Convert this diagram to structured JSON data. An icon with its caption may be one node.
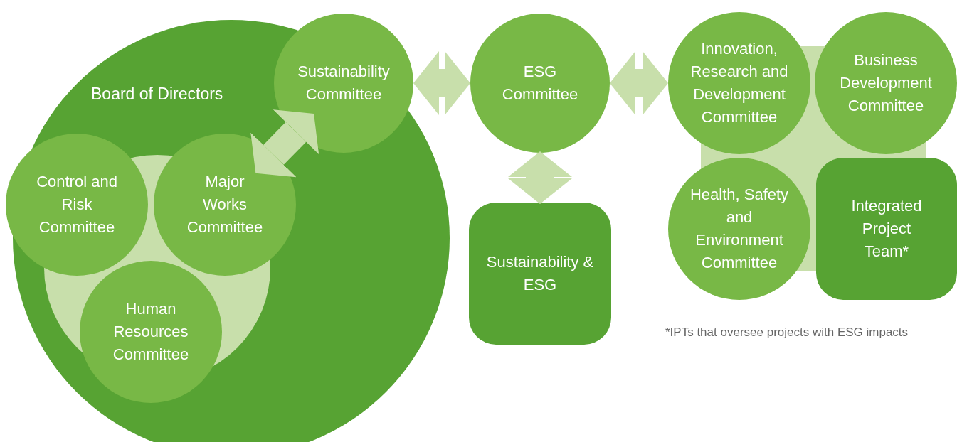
{
  "diagram": {
    "nodes": [
      {
        "text": [
          "Board of Directors"
        ]
      },
      {
        "text": [
          "Sustainability Committee"
        ],
        "in": 0
      },
      {
        "text": [
          "ESG Committee"
        ]
      },
      {
        "text": [
          "Innovation, Research and Development Committee"
        ]
      },
      {
        "text": [
          "Business Development Committee"
        ]
      },
      {
        "text": [
          "Control and Risk Committee"
        ],
        "in": 0
      },
      {
        "text": [
          "Major Works Committee"
        ],
        "in": 0
      },
      {
        "text": [
          "Health, Safety and Environment Committee"
        ]
      },
      {
        "text": [
          "Integrated Project Team*"
        ]
      },
      {
        "text": [
          "Human Resources Committee"
        ],
        "in": 0
      },
      {
        "text": [
          "Sustainability & ESG"
        ]
      }
    ],
    "edges": [
      {
        "from": 6,
        "to": 1,
        "arrow": "both"
      },
      {
        "from": 1,
        "to": 2,
        "arrow": "both"
      },
      {
        "from": 2,
        "to": 3,
        "arrow": "both"
      },
      {
        "from": 2,
        "to": 10,
        "arrow": "both"
      }
    ],
    "labels": [
      "*IPTs that oversee projects with ESG impacts"
    ]
  }
}
